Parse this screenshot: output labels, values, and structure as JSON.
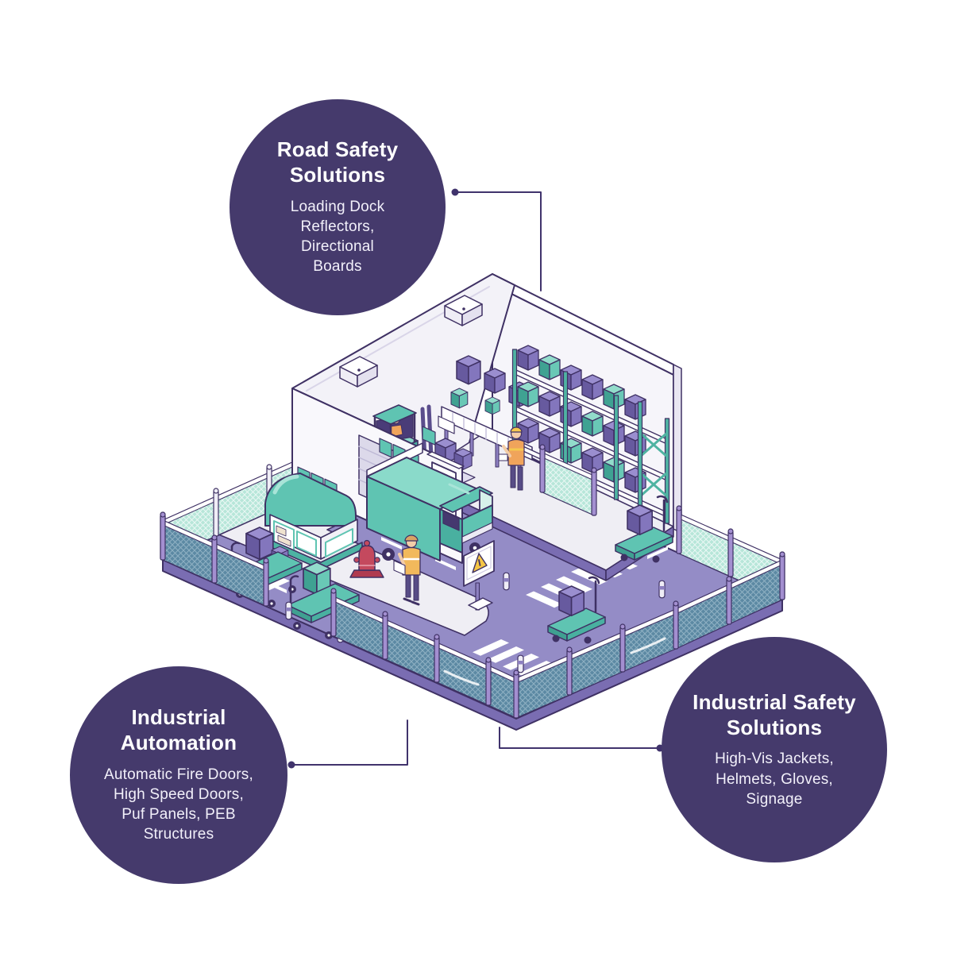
{
  "bubbles": {
    "road_safety": {
      "title": "Road Safety\nSolutions",
      "description": "Loading Dock\nReflectors,\nDirectional\nBoards"
    },
    "industrial_automation": {
      "title": "Industrial\nAutomation",
      "description": "Automatic Fire Doors,\nHigh Speed Doors,\nPuf Panels, PEB\nStructures"
    },
    "industrial_safety": {
      "title": "Industrial Safety\nSolutions",
      "description": "High-Vis Jackets,\nHelmets, Gloves,\nSignage"
    }
  },
  "colors": {
    "bubble_purple": "#453A6C",
    "connector": "#40336C",
    "outline_ink": "#3F3164",
    "teal_accent": "#5FC4B2",
    "ground_lavender": "#948CC6",
    "walkway_light": "#EFEEF4",
    "box_purple": "#8376BD",
    "mesh_dark": "#5C89A3",
    "hydrant_red": "#C4495E",
    "sign_yellow": "#F5C645",
    "vest_orange": "#F2B95C"
  },
  "scene": {
    "elements": [
      "isometric warehouse building with cutaway interior",
      "flat roof with rooftop AC units",
      "storage racks stacked with purple and teal boxes",
      "conveyor belt with boxes",
      "forklift with driver carrying boxes",
      "teal box truck at loading dock",
      "security kiosk with rounded teal awning",
      "chain-link perimeter fencing",
      "platform carts with boxes",
      "pallet jacks",
      "fire hydrant",
      "warning sign",
      "workers in high-vis vests",
      "striped bollards",
      "road with crosswalks and lane dashes"
    ]
  }
}
